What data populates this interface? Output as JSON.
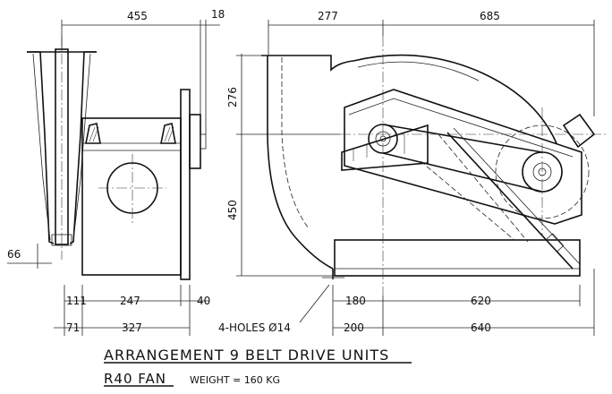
{
  "dimensions": {
    "top_455": "455",
    "top_18": "18",
    "top_277": "277",
    "top_685": "685",
    "left_276": "276",
    "left_450": "450",
    "left_66": "66",
    "row1_111": "111",
    "row1_247": "247",
    "row1_40": "40",
    "row1_180": "180",
    "row1_620": "620",
    "row2_71": "71",
    "row2_327": "327",
    "row2_200": "200",
    "row2_640": "640"
  },
  "holes_note": "4-HOLES Ø14",
  "title": "ARRANGEMENT 9 BELT DRIVE UNITS",
  "fan_model": "R40 FAN",
  "weight": "WEIGHT = 160 KG"
}
